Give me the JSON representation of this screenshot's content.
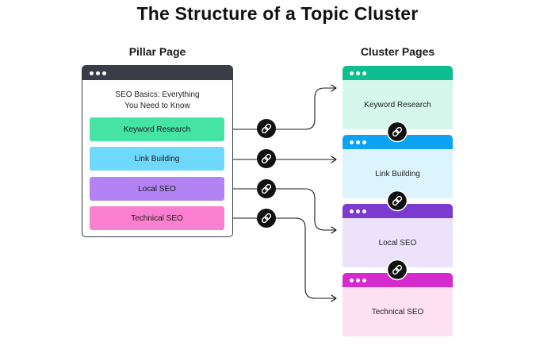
{
  "title": "The Structure of a Topic Cluster",
  "pillar": {
    "label": "Pillar Page",
    "heading_line1": "SEO Basics: Everything",
    "heading_line2": "You Need to Know",
    "topics": [
      {
        "label": "Keyword Research",
        "color": "#45e3a4"
      },
      {
        "label": "Link Building",
        "color": "#6fd9fb"
      },
      {
        "label": "Local SEO",
        "color": "#b383f4"
      },
      {
        "label": "Technical SEO",
        "color": "#fb7fd0"
      }
    ]
  },
  "clusters": {
    "label": "Cluster Pages",
    "pages": [
      {
        "label": "Keyword Research",
        "bar_color": "#0fbe90",
        "body_color": "#d6f8ec"
      },
      {
        "label": "Link Building",
        "bar_color": "#0ea2f4",
        "body_color": "#dcf5fd"
      },
      {
        "label": "Local SEO",
        "bar_color": "#7d3ad0",
        "body_color": "#ece3fb"
      },
      {
        "label": "Technical SEO",
        "bar_color": "#d52ad0",
        "body_color": "#fde1f2"
      }
    ]
  },
  "icons": {
    "window_dots": "window-dots-icon",
    "link": "chain-link-icon",
    "arrow": "arrow-head-icon"
  },
  "colors": {
    "pillar_border": "#3a3d48",
    "connector": "#1a1a1a",
    "link_badge": "#111111"
  }
}
